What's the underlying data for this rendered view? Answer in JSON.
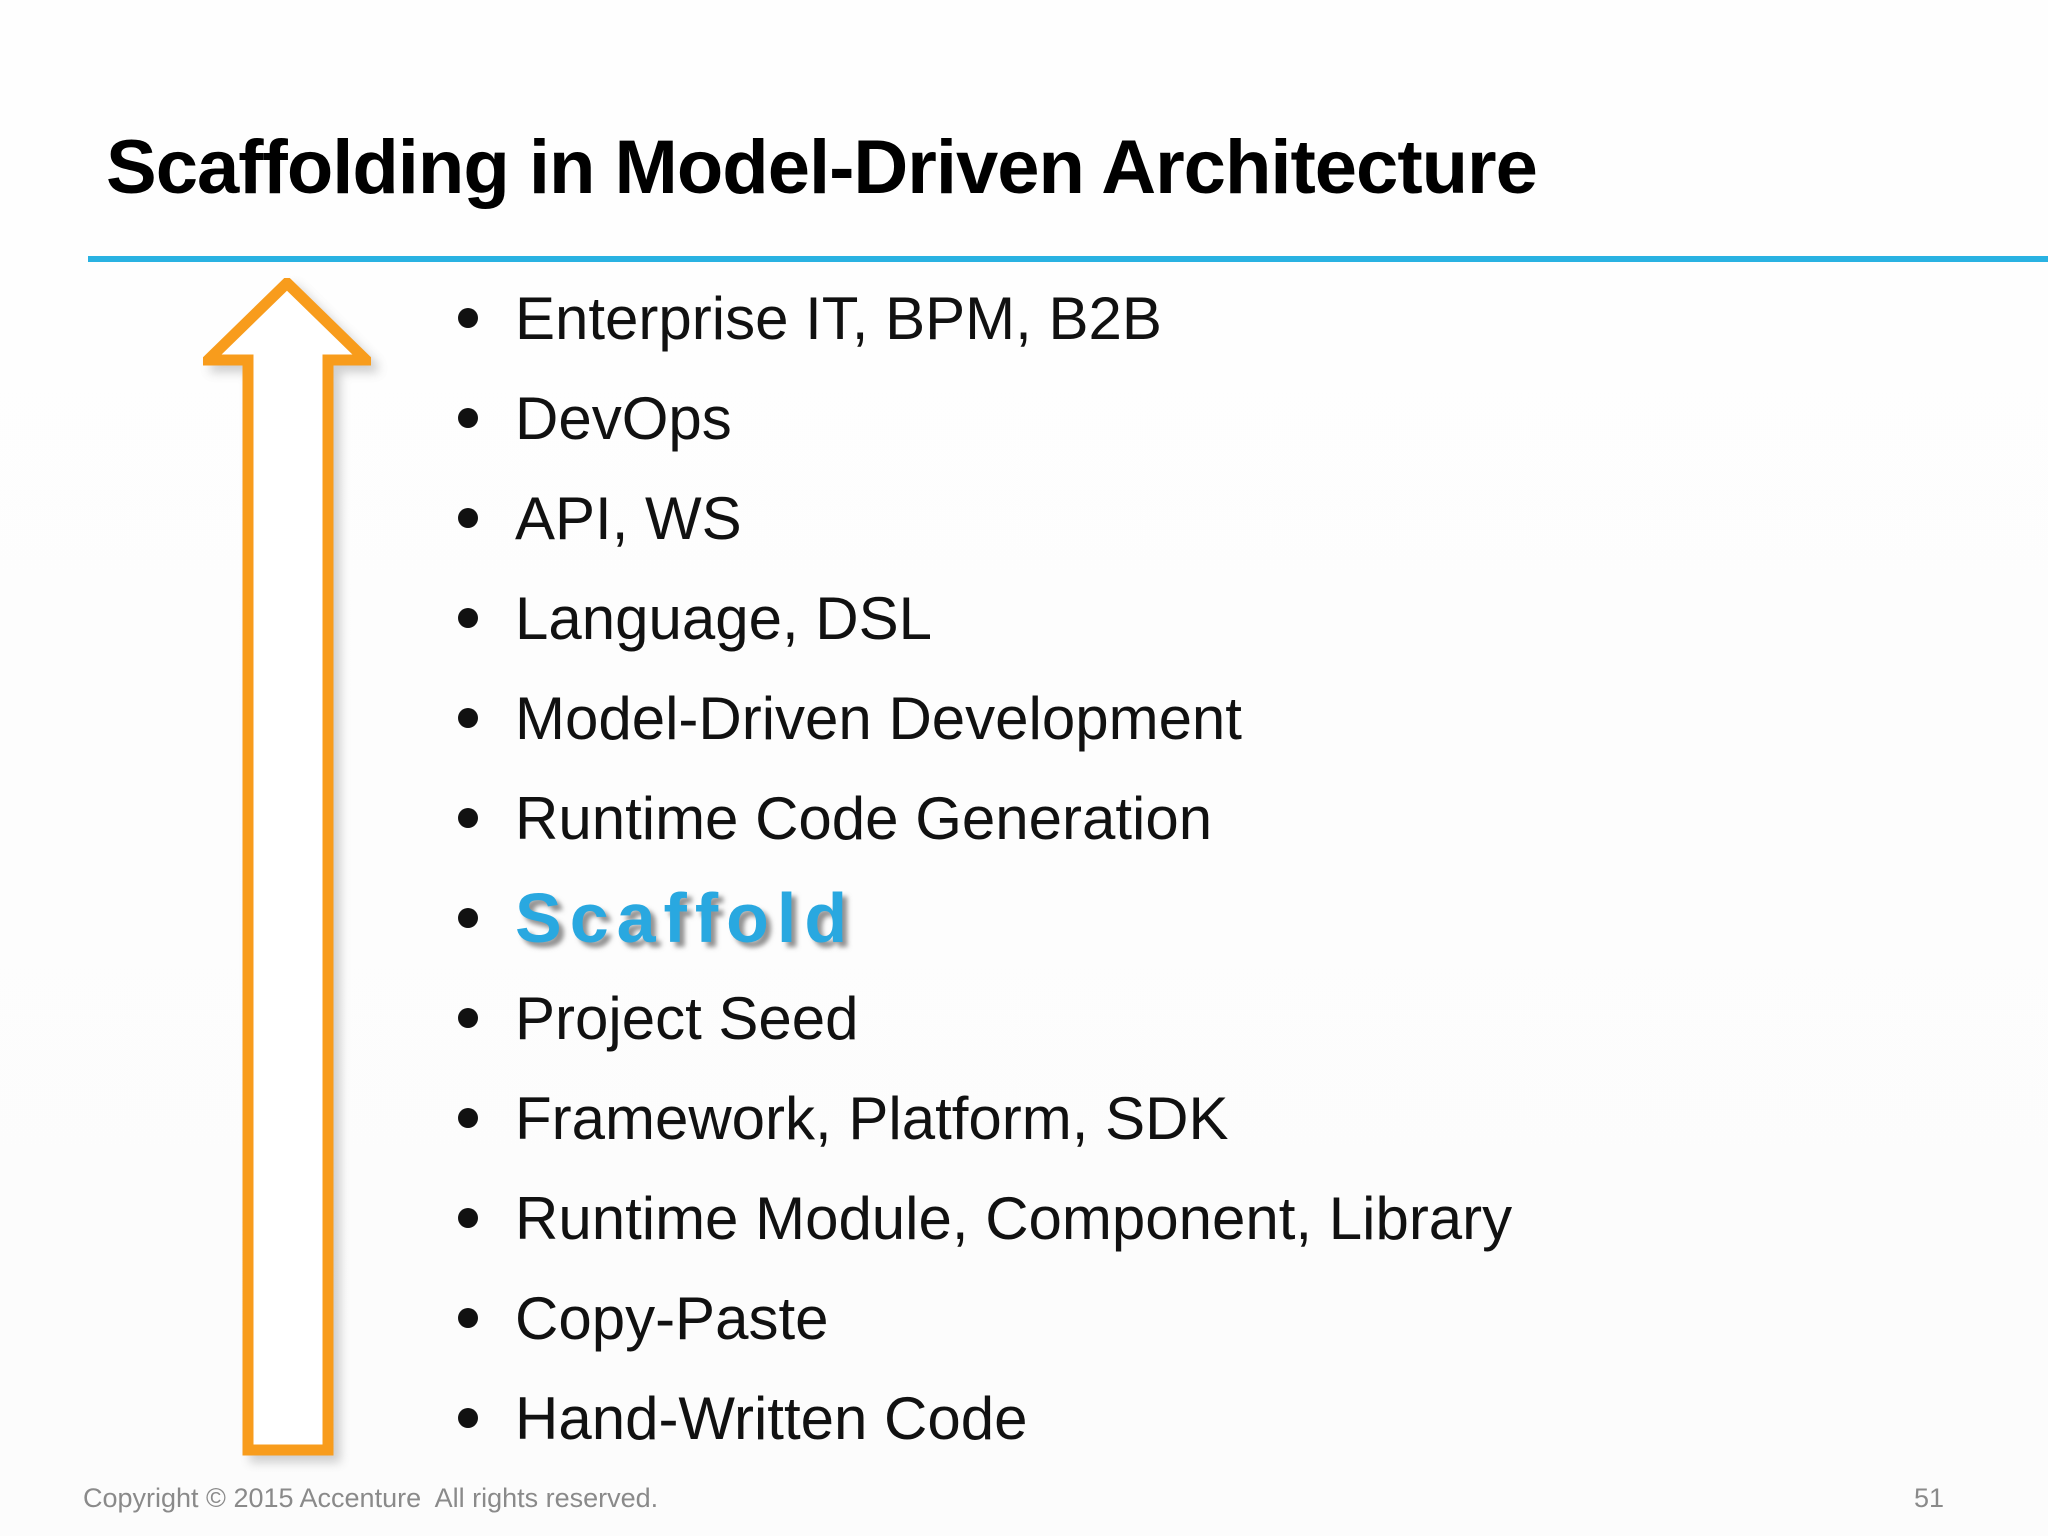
{
  "slide": {
    "title": "Scaffolding in Model-Driven Architecture",
    "bullets": [
      {
        "label": "Enterprise IT, BPM, B2B",
        "highlight": false
      },
      {
        "label": "DevOps",
        "highlight": false
      },
      {
        "label": "API, WS",
        "highlight": false
      },
      {
        "label": "Language, DSL",
        "highlight": false
      },
      {
        "label": "Model-Driven Development",
        "highlight": false
      },
      {
        "label": "Runtime Code Generation",
        "highlight": false
      },
      {
        "label": "Scaffold",
        "highlight": true
      },
      {
        "label": "Project Seed",
        "highlight": false
      },
      {
        "label": "Framework, Platform, SDK",
        "highlight": false
      },
      {
        "label": "Runtime Module, Component, Library",
        "highlight": false
      },
      {
        "label": "Copy-Paste",
        "highlight": false
      },
      {
        "label": "Hand-Written Code",
        "highlight": false
      }
    ],
    "arrow_icon": "up-arrow",
    "footer": {
      "copyright": "Copyright © 2015 Accenture  All rights reserved.",
      "page_number": "51"
    },
    "colors": {
      "highlight_blue": "#29A8E0",
      "rule_blue": "#29B2E2",
      "arrow_orange": "#F89C1C"
    }
  }
}
